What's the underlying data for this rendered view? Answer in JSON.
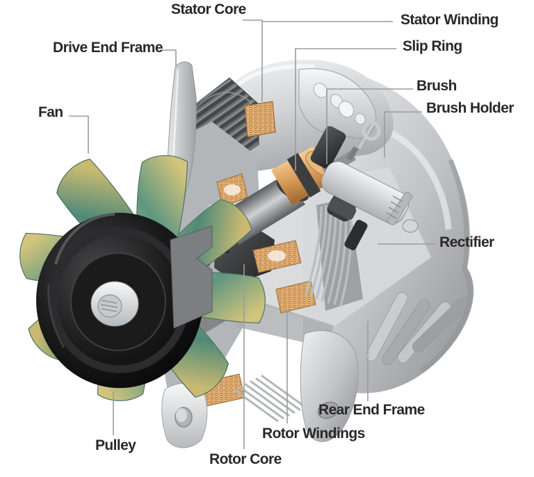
{
  "figure": {
    "labels": {
      "stator_core": "Stator Core",
      "stator_winding": "Stator Winding",
      "slip_ring": "Slip Ring",
      "brush": "Brush",
      "brush_holder": "Brush Holder",
      "drive_end_frame": "Drive End Frame",
      "fan": "Fan",
      "rectifier": "Rectifier",
      "pulley": "Pulley",
      "rotor_core": "Rotor Core",
      "rotor_windings": "Rotor Windings",
      "rear_end_frame": "Rear End Frame"
    },
    "palette": {
      "background": "#ffffff",
      "label_text": "#2b2728",
      "leader_line": "#9b9b9b",
      "metal_light": "#eef0f1",
      "metal_mid": "#b6b9bb",
      "metal_dark": "#898c8f",
      "copper": "#dfa96f",
      "copper_dark": "#a06a32",
      "pulley_black": "#131314",
      "fan_green": "#5e9680",
      "fan_gold": "#d2c47c",
      "dark_part": "#3b3c3e"
    }
  }
}
